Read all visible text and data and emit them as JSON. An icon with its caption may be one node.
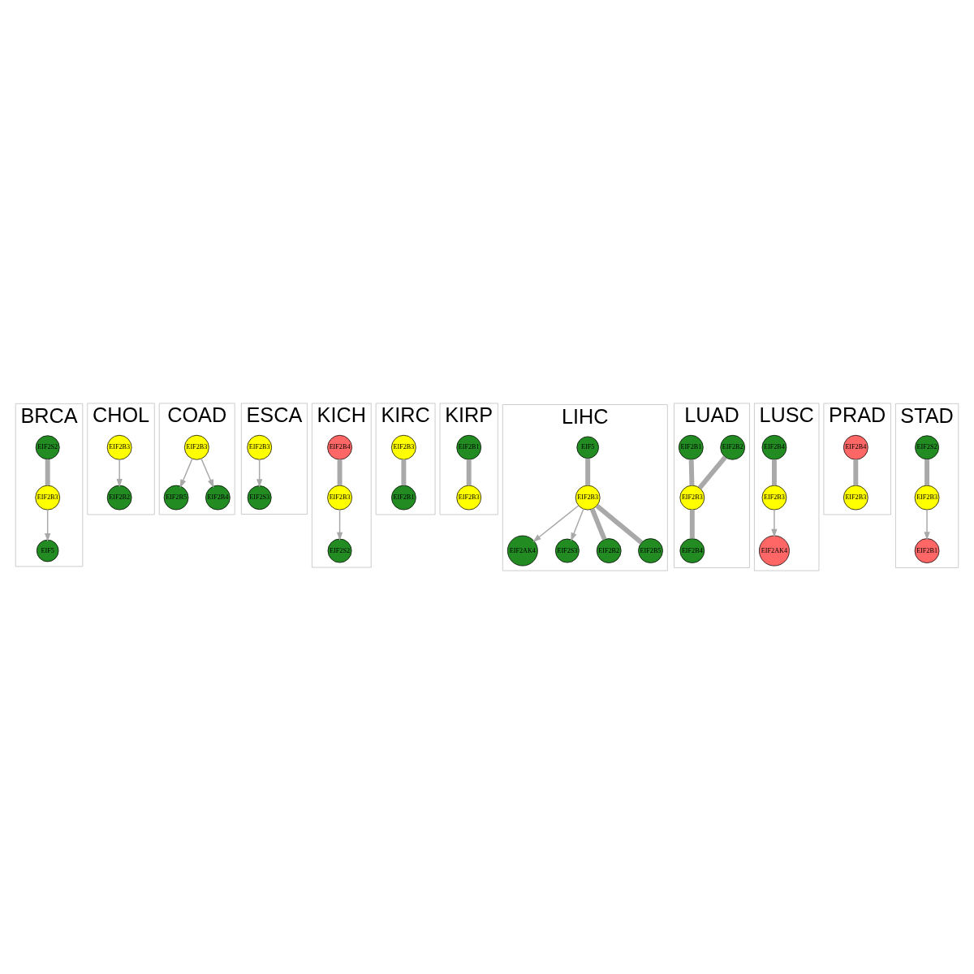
{
  "diagram": {
    "nodes": [
      {
        "text": [
          "BRCA"
        ]
      },
      {
        "text": [
          "EIF2S2"
        ],
        "in": 0
      },
      {
        "text": [
          "EIF2B3"
        ],
        "in": 0
      },
      {
        "text": [
          "EIF5"
        ],
        "in": 0
      },
      {
        "text": [
          "CHOL"
        ]
      },
      {
        "text": [
          "EIF2B2"
        ],
        "in": 4
      },
      {
        "text": [
          "EIF2B3"
        ],
        "in": 4
      },
      {
        "text": [
          "COAD"
        ]
      },
      {
        "text": [
          "EIF2B5"
        ],
        "in": 7
      },
      {
        "text": [
          "EIF2B3"
        ],
        "in": 7
      },
      {
        "text": [
          "EIF2B4"
        ],
        "in": 7
      },
      {
        "text": [
          "ESCA"
        ]
      },
      {
        "text": [
          "EIF2B3"
        ],
        "in": 11
      },
      {
        "text": [
          "EIF2S3"
        ],
        "in": 11
      },
      {
        "text": [
          "KICH"
        ]
      },
      {
        "text": [
          "EIF2B4"
        ],
        "in": 14
      },
      {
        "text": [
          "EIF2B3"
        ],
        "in": 14
      },
      {
        "text": [
          "EIF2S2"
        ],
        "in": 14
      },
      {
        "text": [
          "KIRC"
        ]
      },
      {
        "text": [
          "EIF2B3"
        ],
        "in": 18
      },
      {
        "text": [
          "EIF2B1"
        ],
        "in": 18
      },
      {
        "text": [
          "KIRP"
        ]
      },
      {
        "text": [
          "EIF2B1"
        ],
        "in": 21
      },
      {
        "text": [
          "EIF2B3"
        ],
        "in": 21
      },
      {
        "text": [
          "LIHC"
        ]
      },
      {
        "text": [
          "EIF5"
        ],
        "in": 24
      },
      {
        "text": [
          "EIF2AK4"
        ],
        "in": 24
      },
      {
        "text": [
          "EIF2S3"
        ],
        "in": 24
      },
      {
        "text": [
          "EIF2B3"
        ],
        "in": 24
      },
      {
        "text": [
          "EIF2B2"
        ],
        "in": 24
      },
      {
        "text": [
          "EIF2B5"
        ],
        "in": 24
      },
      {
        "text": [
          "LUAD"
        ]
      },
      {
        "text": [
          "EIF2B2"
        ],
        "in": 31
      },
      {
        "text": [
          "EIF2B1"
        ],
        "in": 31
      },
      {
        "text": [
          "EIF2B3"
        ],
        "in": 31
      },
      {
        "text": [
          "EIF2B4"
        ],
        "in": 31
      },
      {
        "text": [
          "LUSC"
        ]
      },
      {
        "text": [
          "EIF2B4"
        ],
        "in": 36
      },
      {
        "text": [
          "EIF2B3"
        ],
        "in": 36
      },
      {
        "text": [
          "EIF2AK4"
        ],
        "in": 36
      },
      {
        "text": [
          "PRAD"
        ]
      },
      {
        "text": [
          "EIF2B4"
        ],
        "in": 40
      },
      {
        "text": [
          "EIF2B3"
        ],
        "in": 40
      },
      {
        "text": [
          "STAD"
        ]
      },
      {
        "text": [
          "EIF2B1"
        ],
        "in": 43
      },
      {
        "text": [
          "EIF2B3"
        ],
        "in": 43
      },
      {
        "text": [
          "EIF2S2"
        ],
        "in": 43
      }
    ],
    "edges": [
      {
        "from": 1,
        "to": 2,
        "arrow": "none"
      },
      {
        "from": 2,
        "to": 3,
        "arrow": "to"
      },
      {
        "from": 6,
        "to": 5,
        "arrow": "to"
      },
      {
        "from": 9,
        "to": 8,
        "arrow": "to"
      },
      {
        "from": 9,
        "to": 10,
        "arrow": "to"
      },
      {
        "from": 12,
        "to": 13,
        "arrow": "to"
      },
      {
        "from": 15,
        "to": 16,
        "arrow": "none"
      },
      {
        "from": 16,
        "to": 17,
        "arrow": "to"
      },
      {
        "from": 19,
        "to": 20,
        "arrow": "none"
      },
      {
        "from": 22,
        "to": 23,
        "arrow": "none"
      },
      {
        "from": 25,
        "to": 28,
        "arrow": "none"
      },
      {
        "from": 28,
        "to": 26,
        "arrow": "to"
      },
      {
        "from": 28,
        "to": 27,
        "arrow": "to"
      },
      {
        "from": 28,
        "to": 29,
        "arrow": "none"
      },
      {
        "from": 28,
        "to": 30,
        "arrow": "none"
      },
      {
        "from": 32,
        "to": 34,
        "arrow": "none"
      },
      {
        "from": 33,
        "to": 34,
        "arrow": "none"
      },
      {
        "from": 34,
        "to": 35,
        "arrow": "none"
      },
      {
        "from": 37,
        "to": 38,
        "arrow": "none"
      },
      {
        "from": 38,
        "to": 39,
        "arrow": "to"
      },
      {
        "from": 41,
        "to": 42,
        "arrow": "none"
      },
      {
        "from": 45,
        "to": 44,
        "arrow": "to"
      },
      {
        "from": 46,
        "to": 45,
        "arrow": "none"
      }
    ]
  }
}
